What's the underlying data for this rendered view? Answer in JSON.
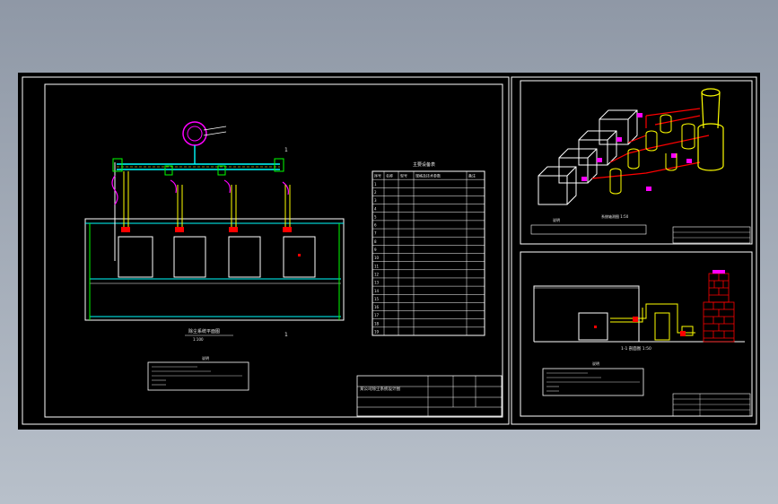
{
  "drawing": {
    "main_plan_title": "除尘系统平面图",
    "main_plan_scale": "1:100",
    "axo_title": "系统轴测图 1:50",
    "axo_note_label": "说明",
    "section_title": "1-1 剖面图 1:50",
    "notes_left_title": "说明",
    "notes_right_title": "说明",
    "title_block_name": "某公司除尘系统设计图",
    "section_marker_a": "1",
    "section_marker_b": "1"
  },
  "equipment_table": {
    "title": "主要设备表",
    "headers": [
      "序号",
      "名称",
      "型号",
      "规格及技术参数",
      "备注"
    ],
    "rows": [
      [
        "1",
        "",
        "",
        "",
        ""
      ],
      [
        "2",
        "",
        "",
        "",
        ""
      ],
      [
        "3",
        "",
        "",
        "",
        ""
      ],
      [
        "4",
        "",
        "",
        "",
        ""
      ],
      [
        "5",
        "",
        "",
        "",
        ""
      ],
      [
        "6",
        "",
        "",
        "",
        ""
      ],
      [
        "7",
        "",
        "",
        "",
        ""
      ],
      [
        "8",
        "",
        "",
        "",
        ""
      ],
      [
        "9",
        "",
        "",
        "",
        ""
      ],
      [
        "10",
        "",
        "",
        "",
        ""
      ],
      [
        "11",
        "",
        "",
        "",
        ""
      ],
      [
        "12",
        "",
        "",
        "",
        ""
      ],
      [
        "13",
        "",
        "",
        "",
        ""
      ],
      [
        "14",
        "",
        "",
        "",
        ""
      ],
      [
        "15",
        "",
        "",
        "",
        ""
      ],
      [
        "16",
        "",
        "",
        "",
        ""
      ],
      [
        "17",
        "",
        "",
        "",
        ""
      ],
      [
        "18",
        "",
        "",
        "",
        ""
      ],
      [
        "19",
        "",
        "",
        "",
        ""
      ]
    ]
  },
  "colors": {
    "frame": "#ffffff",
    "duct": "#ffff00",
    "hood": "#ff00ff",
    "wall": "#00ffff",
    "accent": "#ff0000",
    "green": "#00ff00"
  }
}
